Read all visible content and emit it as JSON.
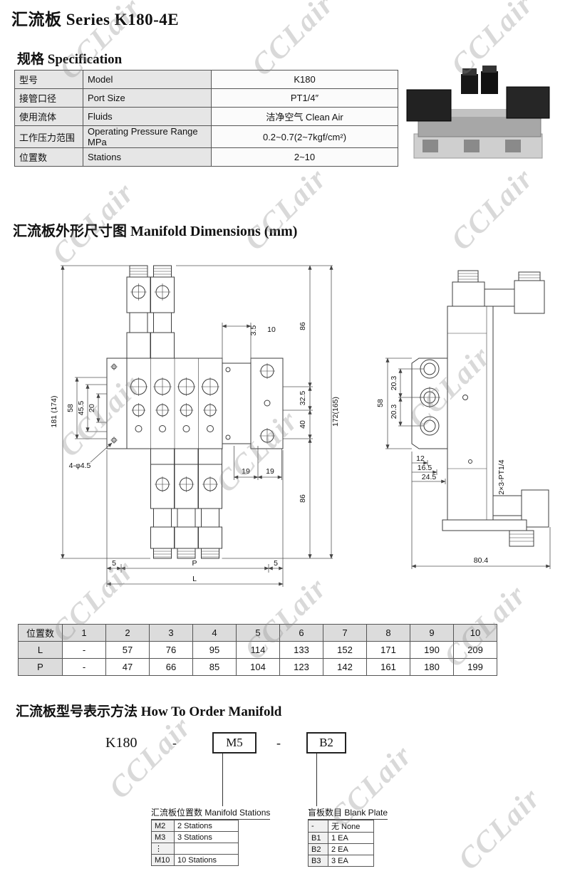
{
  "page": {
    "title": "汇流板  Series K180-4E",
    "watermark": "CCLair"
  },
  "spec": {
    "heading": "规格 Specification",
    "rows": [
      {
        "cn": "型号",
        "en": "Model",
        "value": "K180"
      },
      {
        "cn": "接管口径",
        "en": "Port Size",
        "value": "PT1/4″"
      },
      {
        "cn": "使用流体",
        "en": "Fluids",
        "value": "洁净空气 Clean Air"
      },
      {
        "cn": "工作压力范围",
        "en": "Operating Pressure Range MPa",
        "value": "0.2~0.7(2~7kgf/cm²)"
      },
      {
        "cn": "位置数",
        "en": "Stations",
        "value": "2~10"
      }
    ]
  },
  "dimensions": {
    "heading": "汇流板外形尺寸图 Manifold Dimensions (mm)",
    "front": {
      "h181": "181 (174)",
      "h58": "58",
      "h45": "45.5",
      "h20": "20",
      "holes": "4-φ4.5",
      "t35": "3.5",
      "t10": "10",
      "r86a": "86",
      "r325": "32.5",
      "r40": "40",
      "r86b": "86",
      "r172": "172(165)",
      "b19a": "19",
      "b19b": "19",
      "b5a": "5",
      "bp": "P",
      "b5b": "5",
      "bl": "L"
    },
    "side": {
      "s58": "58",
      "s203a": "20.3",
      "s203b": "20.3",
      "s12": "12",
      "s165": "16.5",
      "s245": "24.5",
      "port": "2×3-PT1/4",
      "w804": "80.4"
    }
  },
  "dim_table": {
    "col0": "位置数",
    "stations": [
      "1",
      "2",
      "3",
      "4",
      "5",
      "6",
      "7",
      "8",
      "9",
      "10"
    ],
    "rows": [
      {
        "label": "L",
        "values": [
          "-",
          "57",
          "76",
          "95",
          "114",
          "133",
          "152",
          "171",
          "190",
          "209"
        ]
      },
      {
        "label": "P",
        "values": [
          "-",
          "47",
          "66",
          "85",
          "104",
          "123",
          "142",
          "161",
          "180",
          "199"
        ]
      }
    ]
  },
  "order": {
    "heading": "汇流板型号表示方法 How To Order Manifold",
    "model": "K180",
    "dash": "-",
    "station_code": "M5",
    "blank_code": "B2",
    "stations_table": {
      "title": "汇流板位置数 Manifold Stations",
      "rows": [
        {
          "code": "M2",
          "desc": "2 Stations"
        },
        {
          "code": "M3",
          "desc": "3 Stations"
        },
        {
          "code": "⋮",
          "desc": ""
        },
        {
          "code": "M10",
          "desc": "10 Stations"
        }
      ]
    },
    "blank_table": {
      "title": "盲板数目 Blank Plate",
      "rows": [
        {
          "code": "-",
          "desc": "无 None"
        },
        {
          "code": "B1",
          "desc": "1 EA"
        },
        {
          "code": "B2",
          "desc": "2 EA"
        },
        {
          "code": "B3",
          "desc": "3 EA"
        }
      ]
    }
  }
}
